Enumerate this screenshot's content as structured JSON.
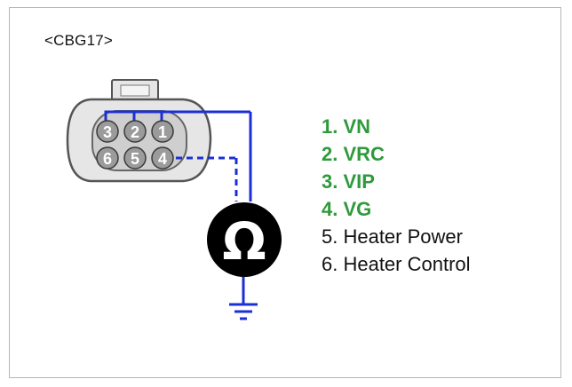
{
  "connector": {
    "label": "<CBG17>"
  },
  "pins": [
    {
      "number": "3",
      "label": "3"
    },
    {
      "number": "2",
      "label": "2"
    },
    {
      "number": "1",
      "label": "1"
    },
    {
      "number": "6",
      "label": "6"
    },
    {
      "number": "5",
      "label": "5"
    },
    {
      "number": "4",
      "label": "4"
    }
  ],
  "meter": {
    "symbol": "Ω",
    "icon": "ohmmeter-icon"
  },
  "ground": {
    "icon": "ground-icon"
  },
  "pin_list": [
    {
      "text": "1. VN",
      "style": "signal"
    },
    {
      "text": "2. VRC",
      "style": "signal"
    },
    {
      "text": "3. VIP",
      "style": "signal"
    },
    {
      "text": "4. VG",
      "style": "signal"
    },
    {
      "text": "5. Heater Power",
      "style": "plain"
    },
    {
      "text": "6. Heater Control",
      "style": "plain"
    }
  ],
  "colors": {
    "wire": "#1c2fd6",
    "signal_text": "#2e9a3b",
    "plain_text": "#111111",
    "connector_fill": "#e6e6e6",
    "connector_stroke": "#555555",
    "pin_fill": "#9b9b9b",
    "meter_fill": "#000000"
  }
}
